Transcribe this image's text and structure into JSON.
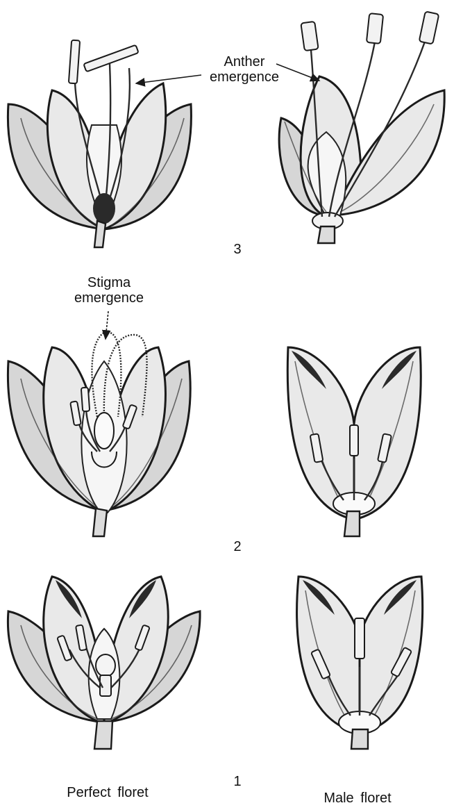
{
  "labels": {
    "anther_emergence": "Anther\nemergence",
    "stigma_emergence": "Stigma\nemergence",
    "stage_3": "3",
    "stage_2": "2",
    "stage_1": "1",
    "perfect_floret": "Perfect floret",
    "male_floret": "Male floret"
  }
}
